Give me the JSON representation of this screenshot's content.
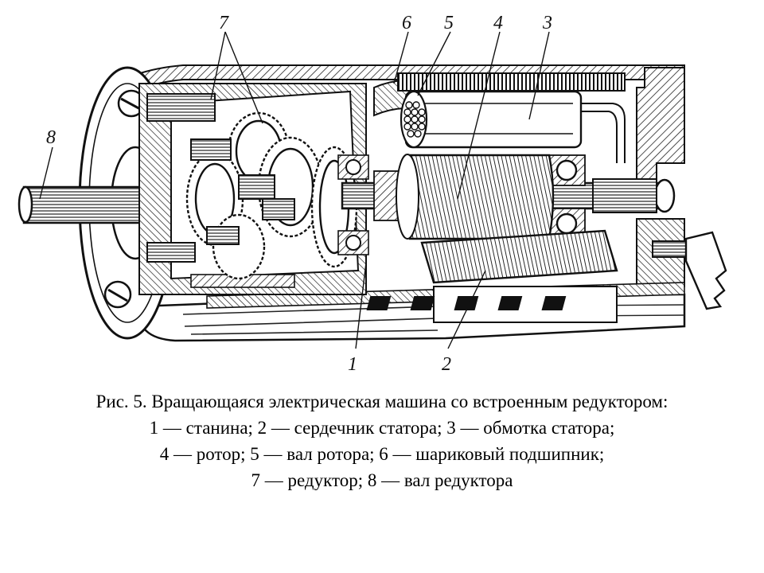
{
  "figure": {
    "callouts": [
      "7",
      "6",
      "5",
      "4",
      "3",
      "8",
      "1",
      "2"
    ]
  },
  "caption": {
    "lines": [
      "Рис. 5. Вращающаяся электрическая машина со встроенным редуктором:",
      "1 — станина; 2 — сердечник статора; 3 — обмотка статора;",
      "4 — ротор; 5 — вал ротора; 6 — шариковый подшипник;",
      "7 — редуктор; 8 — вал редуктора"
    ]
  }
}
